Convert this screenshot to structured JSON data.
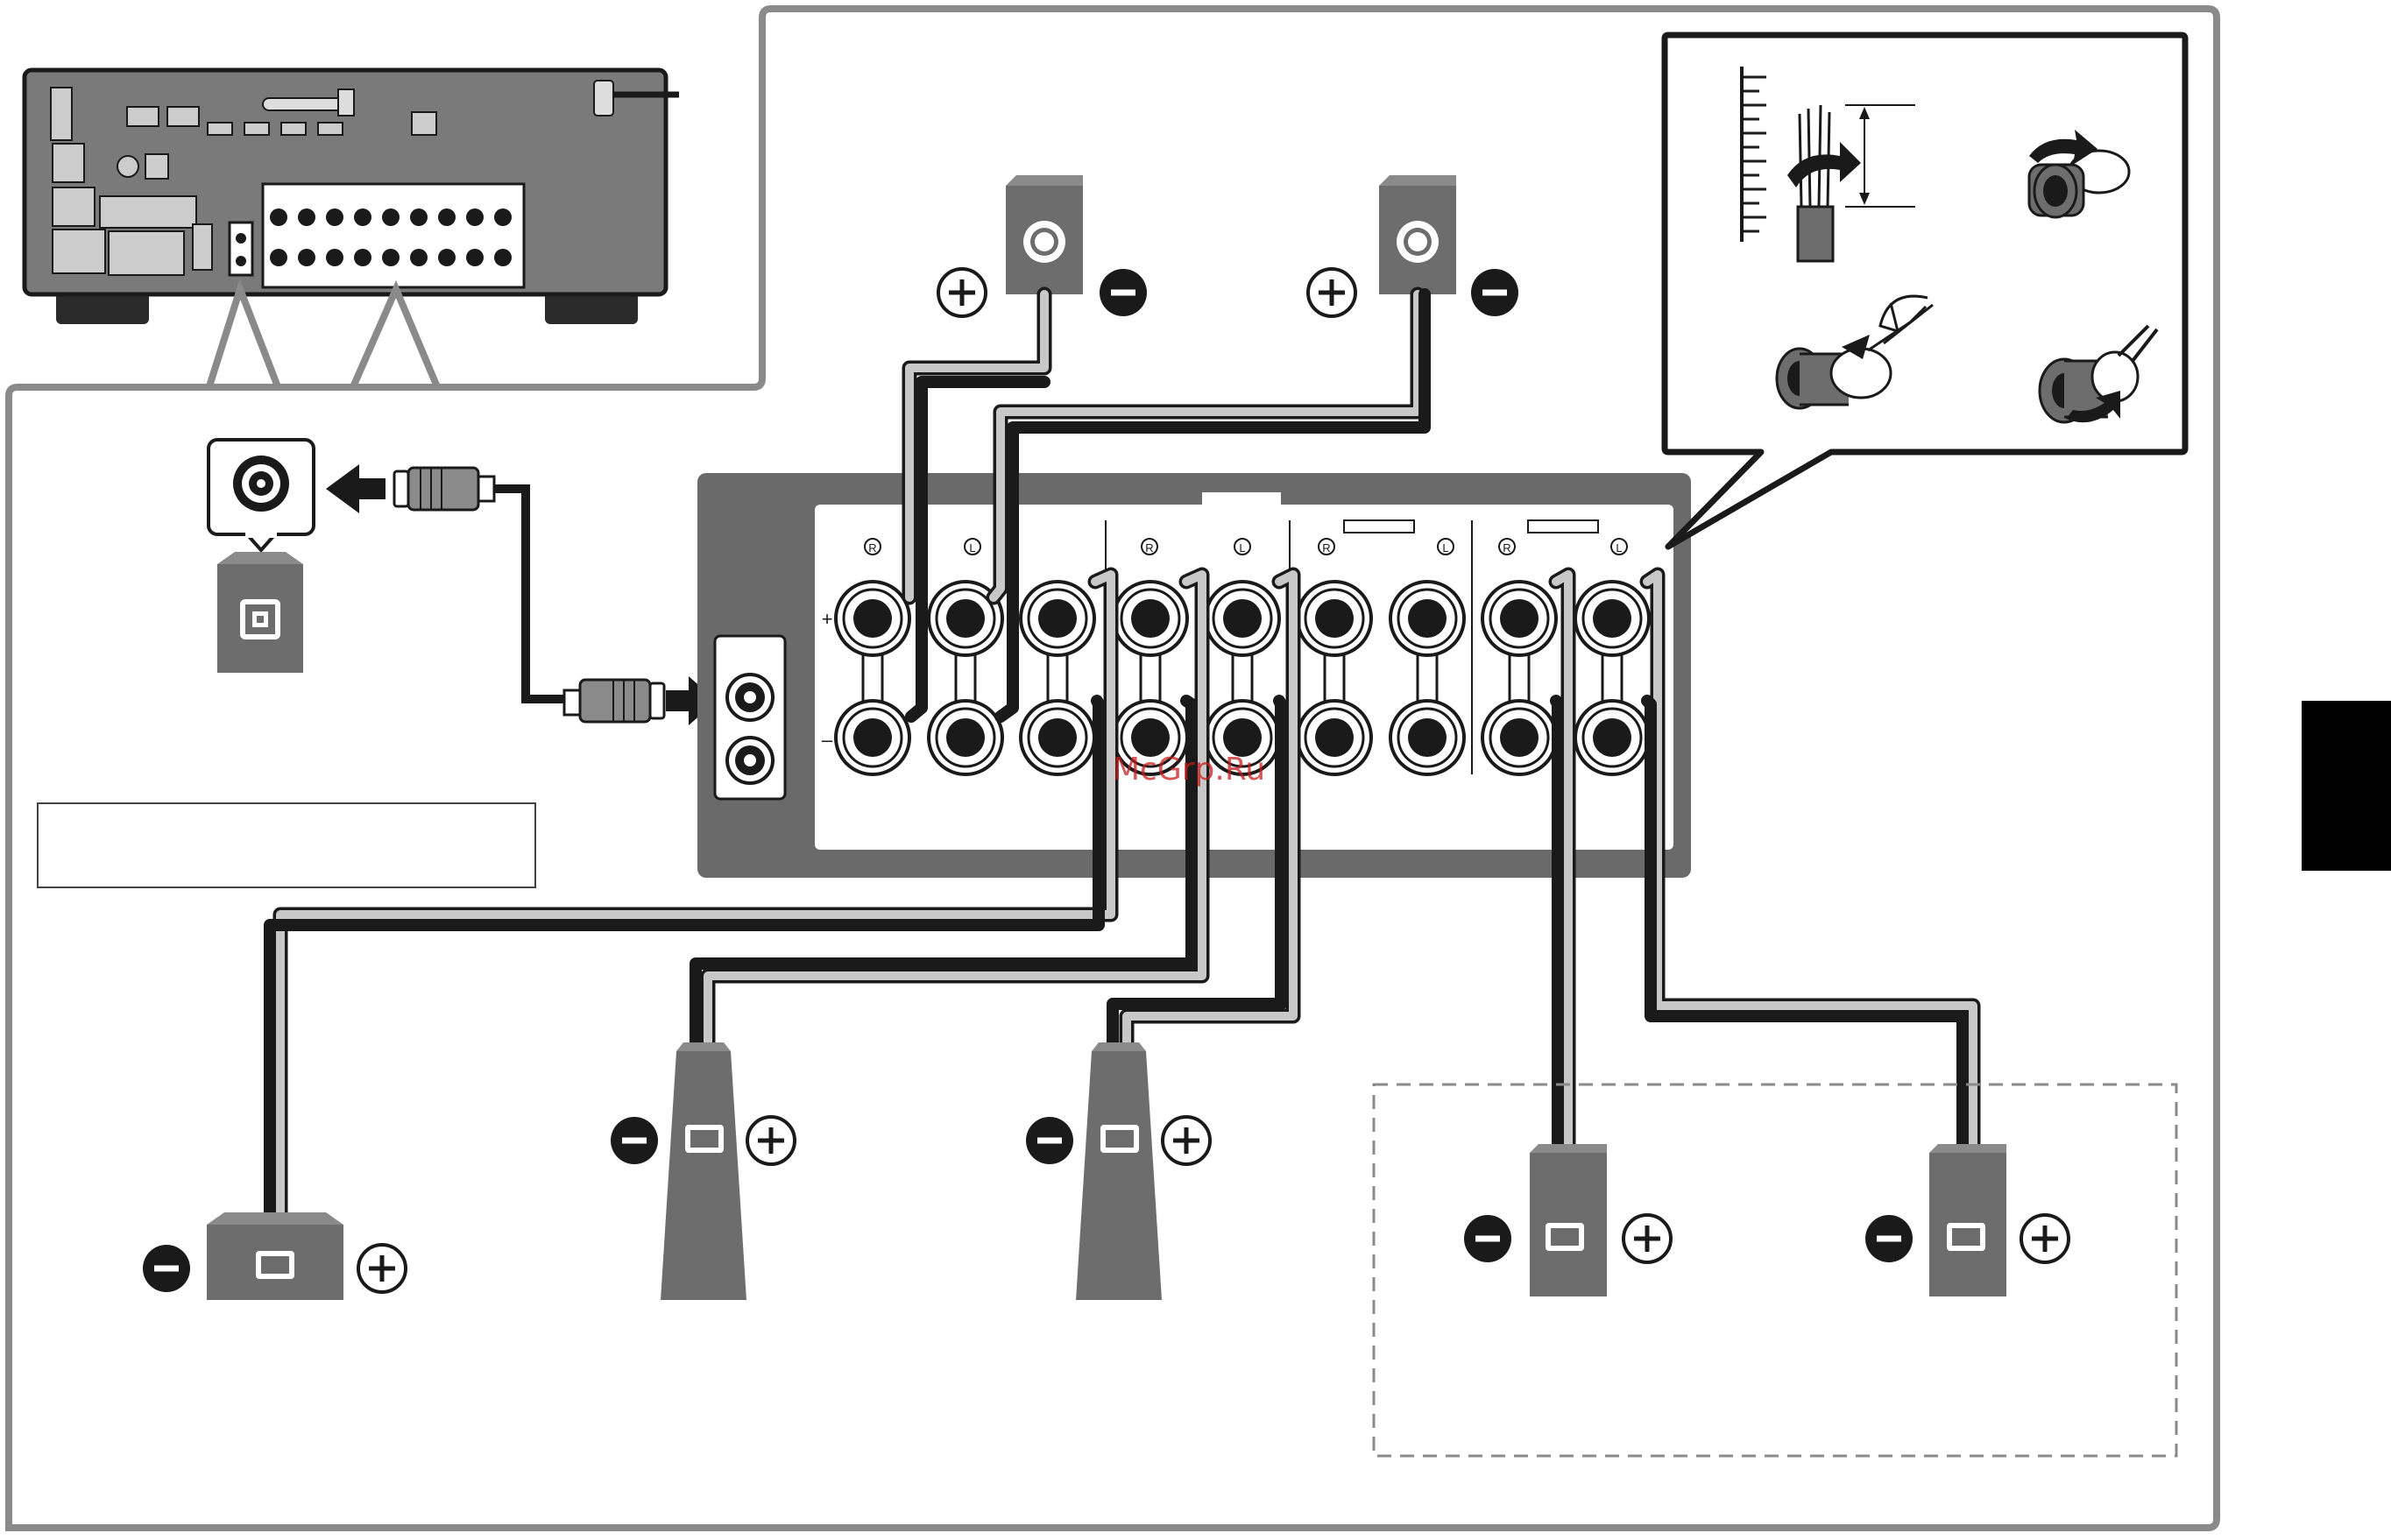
{
  "watermark": {
    "text": "McGrp.Ru"
  },
  "terminal_marks": {
    "right": "R",
    "left": "L",
    "plus": "+",
    "minus": "–"
  },
  "polarity": {
    "plus": "+",
    "minus": "–"
  },
  "colors": {
    "ink": "#1a1a1a",
    "speaker_gray": "#6d6d6d",
    "panel_gray": "#6a6a6a",
    "frame_gray": "#8a8a8a",
    "watermark_red": "#c81e1e"
  }
}
